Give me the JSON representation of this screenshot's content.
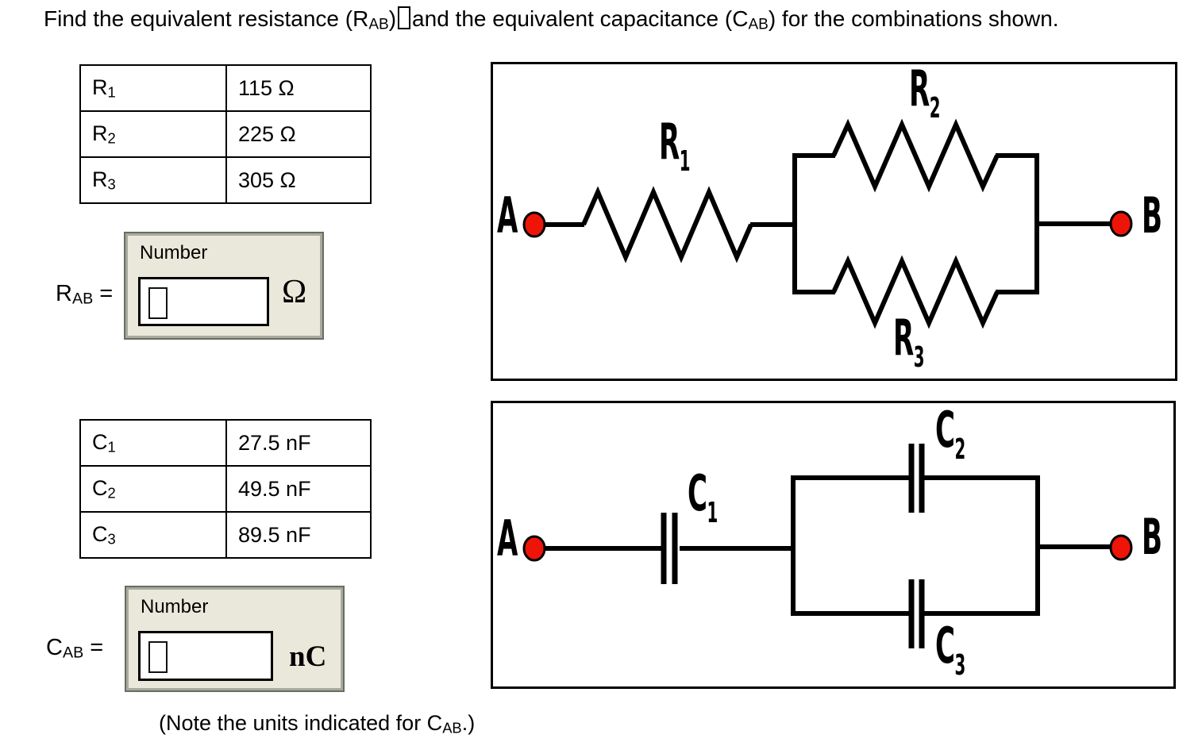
{
  "title": {
    "part1": "Find the equivalent resistance (R",
    "sub1": "AB",
    "part2": ")",
    "part3": "and the equivalent capacitance (C",
    "sub2": "AB",
    "part4": ") for the combinations shown."
  },
  "resistor_table": {
    "rows": [
      {
        "name": "R",
        "sub": "1",
        "value": "115 Ω"
      },
      {
        "name": "R",
        "sub": "2",
        "value": "225 Ω"
      },
      {
        "name": "R",
        "sub": "3",
        "value": "305 Ω"
      }
    ]
  },
  "rab_answer": {
    "label": "R",
    "label_sub": "AB",
    "equals": " =",
    "box_label": "Number",
    "input_value": "",
    "unit": "Ω"
  },
  "capacitor_table": {
    "rows": [
      {
        "name": "C",
        "sub": "1",
        "value": "27.5 nF"
      },
      {
        "name": "C",
        "sub": "2",
        "value": "49.5 nF"
      },
      {
        "name": "C",
        "sub": "3",
        "value": "89.5 nF"
      }
    ]
  },
  "cab_answer": {
    "label": "C",
    "label_sub": "AB",
    "equals": " =",
    "box_label": "Number",
    "input_value": "",
    "unit": "nC"
  },
  "note": {
    "part1": "(Note the units indicated for C",
    "sub": "AB",
    "part2": ".)"
  },
  "resistor_circuit": {
    "terminal_a": "A",
    "terminal_b": "B",
    "r1": {
      "name": "R",
      "sub": "1"
    },
    "r2": {
      "name": "R",
      "sub": "2"
    },
    "r3": {
      "name": "R",
      "sub": "3"
    },
    "terminal_color": "#ee1508"
  },
  "capacitor_circuit": {
    "terminal_a": "A",
    "terminal_b": "B",
    "c1": {
      "name": "C",
      "sub": "1"
    },
    "c2": {
      "name": "C",
      "sub": "2"
    },
    "c3": {
      "name": "C",
      "sub": "3"
    },
    "terminal_color": "#ee1508"
  }
}
